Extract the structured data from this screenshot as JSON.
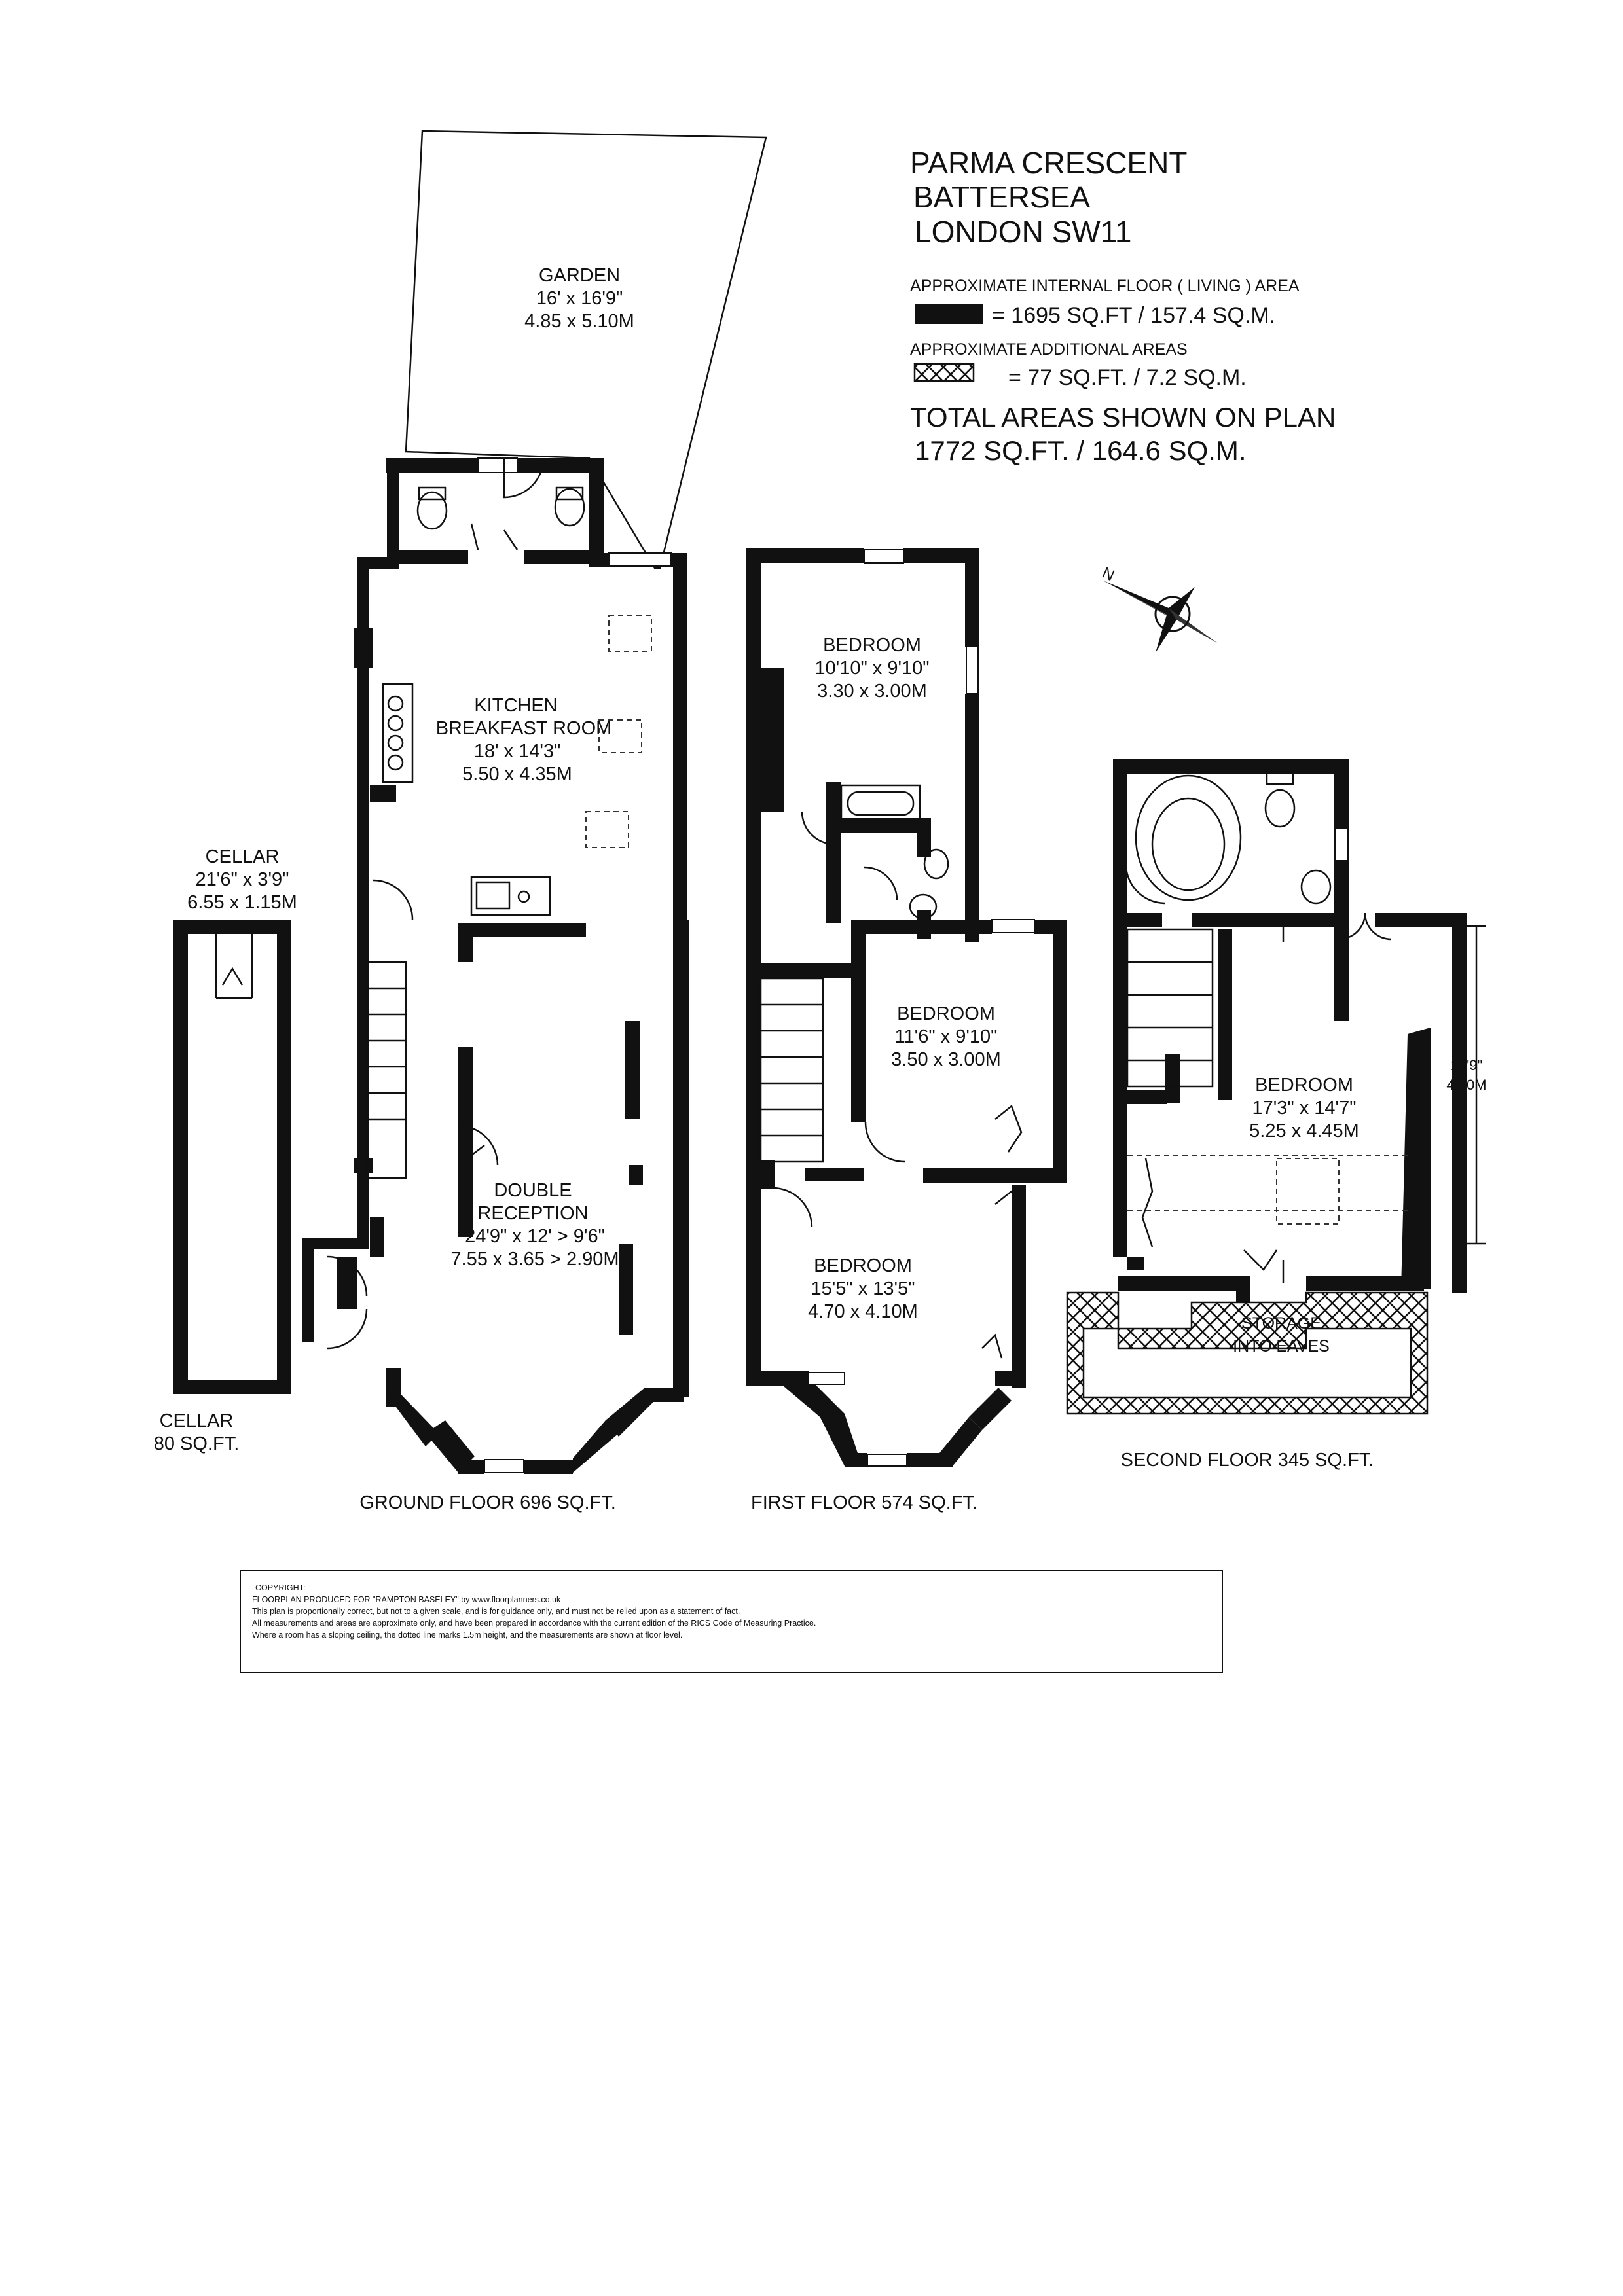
{
  "header": {
    "address_lines": [
      "PARMA CRESCENT",
      "BATTERSEA",
      "LONDON SW11"
    ],
    "internal_area_label": "APPROXIMATE INTERNAL FLOOR ( LIVING ) AREA",
    "internal_area_value": "= 1695 SQ.FT / 157.4 SQ.M.",
    "additional_area_label": "APPROXIMATE ADDITIONAL AREAS",
    "additional_area_value": "= 77 SQ.FT. / 7.2 SQ.M.",
    "total_line1": "TOTAL AREAS SHOWN ON PLAN",
    "total_line2": "1772 SQ.FT. / 164.6 SQ.M."
  },
  "rooms": {
    "garden": [
      "GARDEN",
      "16' x 16'9\"",
      "4.85 x 5.10M"
    ],
    "kitchen": [
      "KITCHEN",
      "BREAKFAST ROOM",
      "18' x 14'3\"",
      "5.50 x 4.35M"
    ],
    "reception": [
      "DOUBLE",
      "RECEPTION",
      "24'9\" x 12' > 9'6\"",
      "7.55 x 3.65 > 2.90M"
    ],
    "cellar": [
      "CELLAR",
      "21'6\" x 3'9\"",
      "6.55 x 1.15M"
    ],
    "bedroom1": [
      "BEDROOM",
      "10'10\" x 9'10\"",
      "3.30 x 3.00M"
    ],
    "bedroom2": [
      "BEDROOM",
      "11'6\" x 9'10\"",
      "3.50 x 3.00M"
    ],
    "bedroom3": [
      "BEDROOM",
      "15'5\" x 13'5\"",
      "4.70 x 4.10M"
    ],
    "bedroom4": [
      "BEDROOM",
      "17'3\" x 14'7\"",
      "5.25 x 4.45M"
    ],
    "storage": [
      "STORAGE",
      "INTO EAVES"
    ],
    "height_dim": [
      "13'9\"",
      "4.50M"
    ]
  },
  "floors": {
    "cellar": [
      "CELLAR",
      "80 SQ.FT."
    ],
    "ground": "GROUND FLOOR 696 SQ.FT.",
    "first": "FIRST FLOOR 574 SQ.FT.",
    "second": "SECOND FLOOR 345 SQ.FT."
  },
  "compass": {
    "label": "N"
  },
  "copyright": [
    "COPYRIGHT:",
    "FLOORPLAN PRODUCED FOR \"RAMPTON BASELEY\" by www.floorplanners.co.uk",
    "This plan is proportionally correct, but not to a given scale, and is for guidance only, and must not be relied upon as a statement of fact.",
    "All measurements and areas are approximate only, and have been prepared in accordance with the current edition of the RICS Code of Measuring Practice.",
    "Where a room has a sloping ceiling, the dotted line marks 1.5m height, and the measurements are shown at floor level."
  ]
}
